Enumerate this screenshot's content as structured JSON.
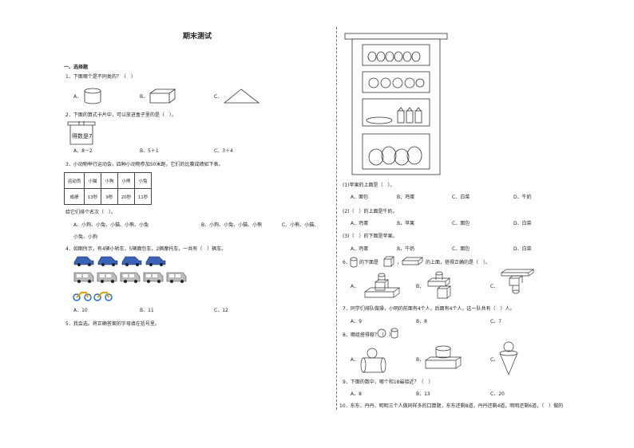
{
  "title": "期末测试",
  "section1": "一、选择题",
  "q1": {
    "text": "1．下面哪个是不同类的？（　）",
    "a": "A．",
    "b": "B．",
    "c": "C．"
  },
  "q2": {
    "text": "2．下面的算式卡片中，可以放进盒子里的是（　）。",
    "box_label": "得数是7",
    "a": "A．8－2",
    "b": "B．5＋1",
    "c": "C．3＋4"
  },
  "q3": {
    "text": "3．小动物举行运动会，四种小动物参加50米跑，它们的比赛成绩如下表。",
    "table": {
      "header": [
        "运动员",
        "小猫",
        "小狗",
        "小熊",
        "小兔"
      ],
      "row": [
        "成绩",
        "13秒",
        "9秒",
        "20秒",
        "11秒"
      ]
    },
    "prompt": "给它们排个名次（　）。",
    "a": "A．小狗、小兔、小猫、小熊、小兔",
    "b": "B．小狗、小兔、小猫、小熊",
    "c": "C．小熊、小猫、",
    "c_cont": "小兔、小狗"
  },
  "q4": {
    "text": "4．如图所示，有4辆小轿车，5辆面包车，2辆摩托车，一共有（　）辆车。",
    "a": "A．10",
    "b": "B．11",
    "c": "C．12"
  },
  "q5": {
    "text": "5．我会选。将正确答案的字母填在括号里。"
  },
  "q5sub": [
    {
      "text": "(1)苹果的上面是（　）。",
      "opts": [
        "A．面包",
        "B．鸡蛋",
        "C．白菜",
        "D．牛奶"
      ]
    },
    {
      "text": "(2)（　）的上面是牛奶。",
      "opts": [
        "A．鸡蛋",
        "B．苹果",
        "C．面包",
        "D．白菜"
      ]
    },
    {
      "text": "(3)（　）的下面是苹果。",
      "opts": [
        "A．鸡蛋",
        "B．牛奶",
        "C．面包",
        "D．白菜"
      ]
    }
  ],
  "q6": {
    "p1": "6．",
    "p2": "的下面是",
    "p3": "，",
    "p4": "的上面，搭得正确的是（　）。",
    "a": "A．",
    "b": "B．",
    "c": "C．"
  },
  "q7": {
    "text": "7．同学们排队做操，小明的前面有4个人，后面有4个人，这一队共有（　）人。",
    "a": "A．9",
    "b": "B．8",
    "c": "C．7"
  },
  "q8": {
    "text": "8．哪组搭得稳？（　）",
    "a": "A．",
    "b": "B．",
    "c": "C．"
  },
  "q9": {
    "text": "9．下面的数中，哪个和18最接近？（　）",
    "a": "A．8",
    "b": "B．13",
    "c": "C．20"
  },
  "q10": {
    "text": "10．东东、丹丹、明明三个人做同样多的口算题，东东还剩8道，丹丹还剩4道，明明还剩6道，（　）做的"
  }
}
